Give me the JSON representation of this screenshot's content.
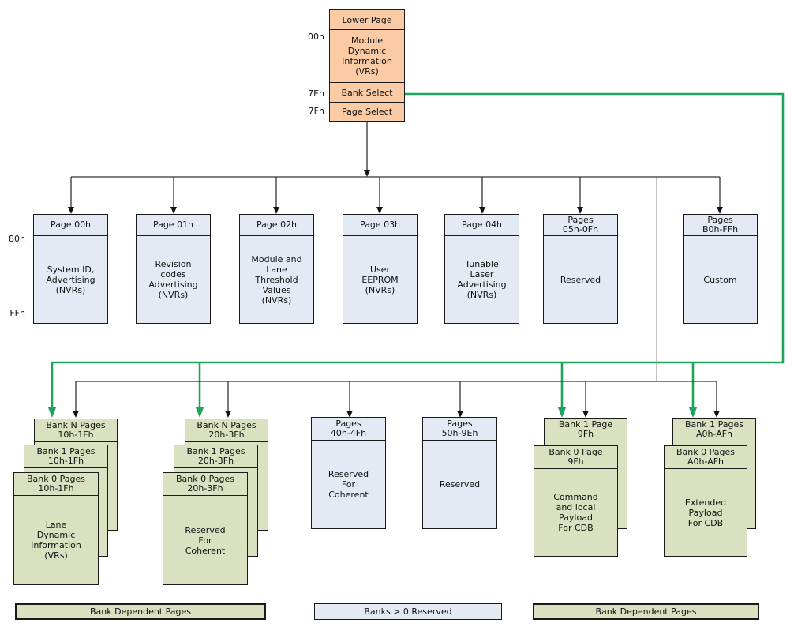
{
  "colors": {
    "box_orange": "#facba4",
    "box_blue": "#e3eaf4",
    "box_green": "#d9e1c1",
    "wire_black": "#333333",
    "wire_gray": "#999999",
    "wire_green": "#1ea45c"
  },
  "lower_page": {
    "title": "Lower Page",
    "rows": [
      {
        "addr": "00h",
        "label": "Module\nDynamic\nInformation\n(VRs)"
      },
      {
        "addr": "7Eh",
        "label": "Bank Select"
      },
      {
        "addr": "7Fh",
        "label": "Page Select"
      }
    ]
  },
  "upper_pages": {
    "addr_top": "80h",
    "addr_bottom": "FFh",
    "boxes": [
      {
        "header": "Page 00h",
        "body": "System ID,\nAdvertising\n(NVRs)"
      },
      {
        "header": "Page 01h",
        "body": "Revision\ncodes\nAdvertising\n(NVRs)"
      },
      {
        "header": "Page 02h",
        "body": "Module and\nLane\nThreshold\nValues\n(NVRs)"
      },
      {
        "header": "Page 03h",
        "body": "User\nEEPROM\n(NVRs)"
      },
      {
        "header": "Page 04h",
        "body": "Tunable\nLaser\nAdvertising\n(NVRs)"
      },
      {
        "header": "Pages\n05h-0Fh",
        "body": "Reserved"
      },
      {
        "header": "Pages\nB0h-FFh",
        "body": "Custom"
      }
    ]
  },
  "banked_pages": {
    "stacks": [
      {
        "layers": [
          "Bank N Pages\n10h-1Fh",
          "Bank 1 Pages\n10h-1Fh",
          "Bank 0 Pages\n10h-1Fh"
        ],
        "body": "Lane\nDynamic\nInformation\n(VRs)"
      },
      {
        "layers": [
          "Bank N Pages\n20h-3Fh",
          "Bank 1 Pages\n20h-3Fh",
          "Bank 0 Pages\n20h-3Fh"
        ],
        "body": "Reserved\nFor\nCoherent"
      },
      {
        "layers": [
          "Bank 1 Page\n9Fh",
          "Bank 0 Page\n9Fh"
        ],
        "body": "Command\nand local\nPayload\nFor CDB"
      },
      {
        "layers": [
          "Bank 1 Pages\nA0h-AFh",
          "Bank 0 Pages\nA0h-AFh"
        ],
        "body": "Extended\nPayload\nFor CDB"
      }
    ],
    "singles": [
      {
        "header": "Pages\n40h-4Fh",
        "body": "Reserved\nFor\nCoherent"
      },
      {
        "header": "Pages\n50h-9Eh",
        "body": "Reserved"
      }
    ]
  },
  "legends": [
    {
      "label": "Bank Dependent Pages"
    },
    {
      "label": "Banks > 0 Reserved"
    },
    {
      "label": "Bank Dependent Pages"
    }
  ]
}
